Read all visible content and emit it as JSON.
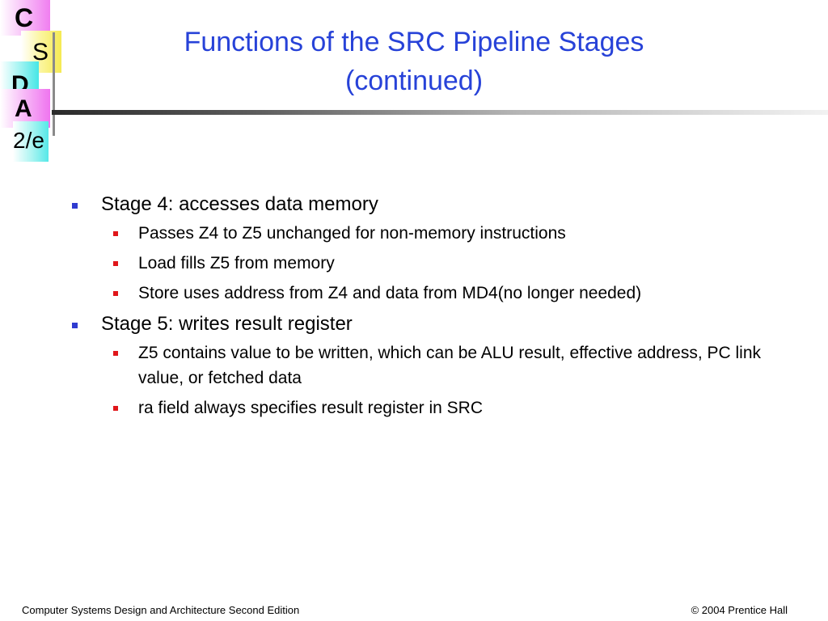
{
  "logo": {
    "letters": [
      "C",
      "S",
      "D",
      "A",
      "2/e"
    ]
  },
  "title": {
    "line1": "Functions of the SRC Pipeline Stages",
    "line2": "(continued)"
  },
  "bullets": [
    {
      "text": "Stage 4: accesses data memory",
      "sub": [
        "Passes Z4 to Z5 unchanged for non-memory instructions",
        "Load fills Z5 from memory",
        "Store uses address from Z4 and data from MD4(no longer needed)"
      ]
    },
    {
      "text": "Stage 5: writes result register",
      "sub": [
        "Z5 contains value to be written, which can be ALU result, effective address, PC link value, or fetched data",
        "ra field always specifies result register in SRC"
      ]
    }
  ],
  "footer": {
    "left": "Computer Systems Design and Architecture Second Edition",
    "right": "© 2004 Prentice Hall"
  },
  "colors": {
    "title": "#2742d8",
    "bullet_level1": "#2f3bd0",
    "bullet_level2": "#e0161a"
  }
}
